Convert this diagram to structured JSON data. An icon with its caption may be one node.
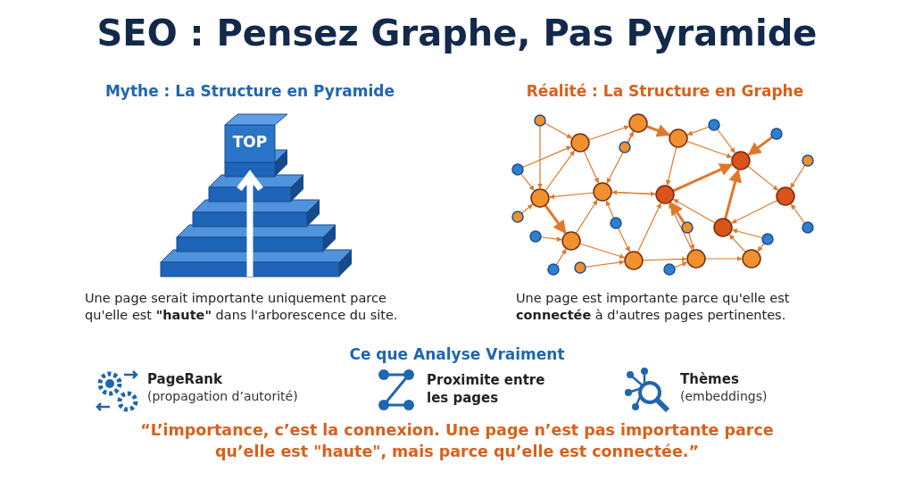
{
  "diagram": {
    "title": "SEO : Pensez Graphe, Pas Pyramide",
    "labels": [
      "Mythe : La Structure en Pyramide",
      "Réalité : La Structure en Graphe",
      "TOP",
      "Une page serait importante uniquement parce qu'elle est **\"haute\"** dans l'arborescence du site.",
      "Une page est importante parce qu'elle est **connectée** à d'autres pages pertinentes.",
      "Ce que Analyse Vraiment",
      "PageRank",
      "(propagation d’autorité)",
      "Proximite entre les pages",
      "Thèmes",
      "(embeddings)",
      "“L’importance, c’est la connexion. Une page n’est pas importante parce qu’elle est \"haute\", mais parce qu’elle est connectée.”"
    ]
  }
}
